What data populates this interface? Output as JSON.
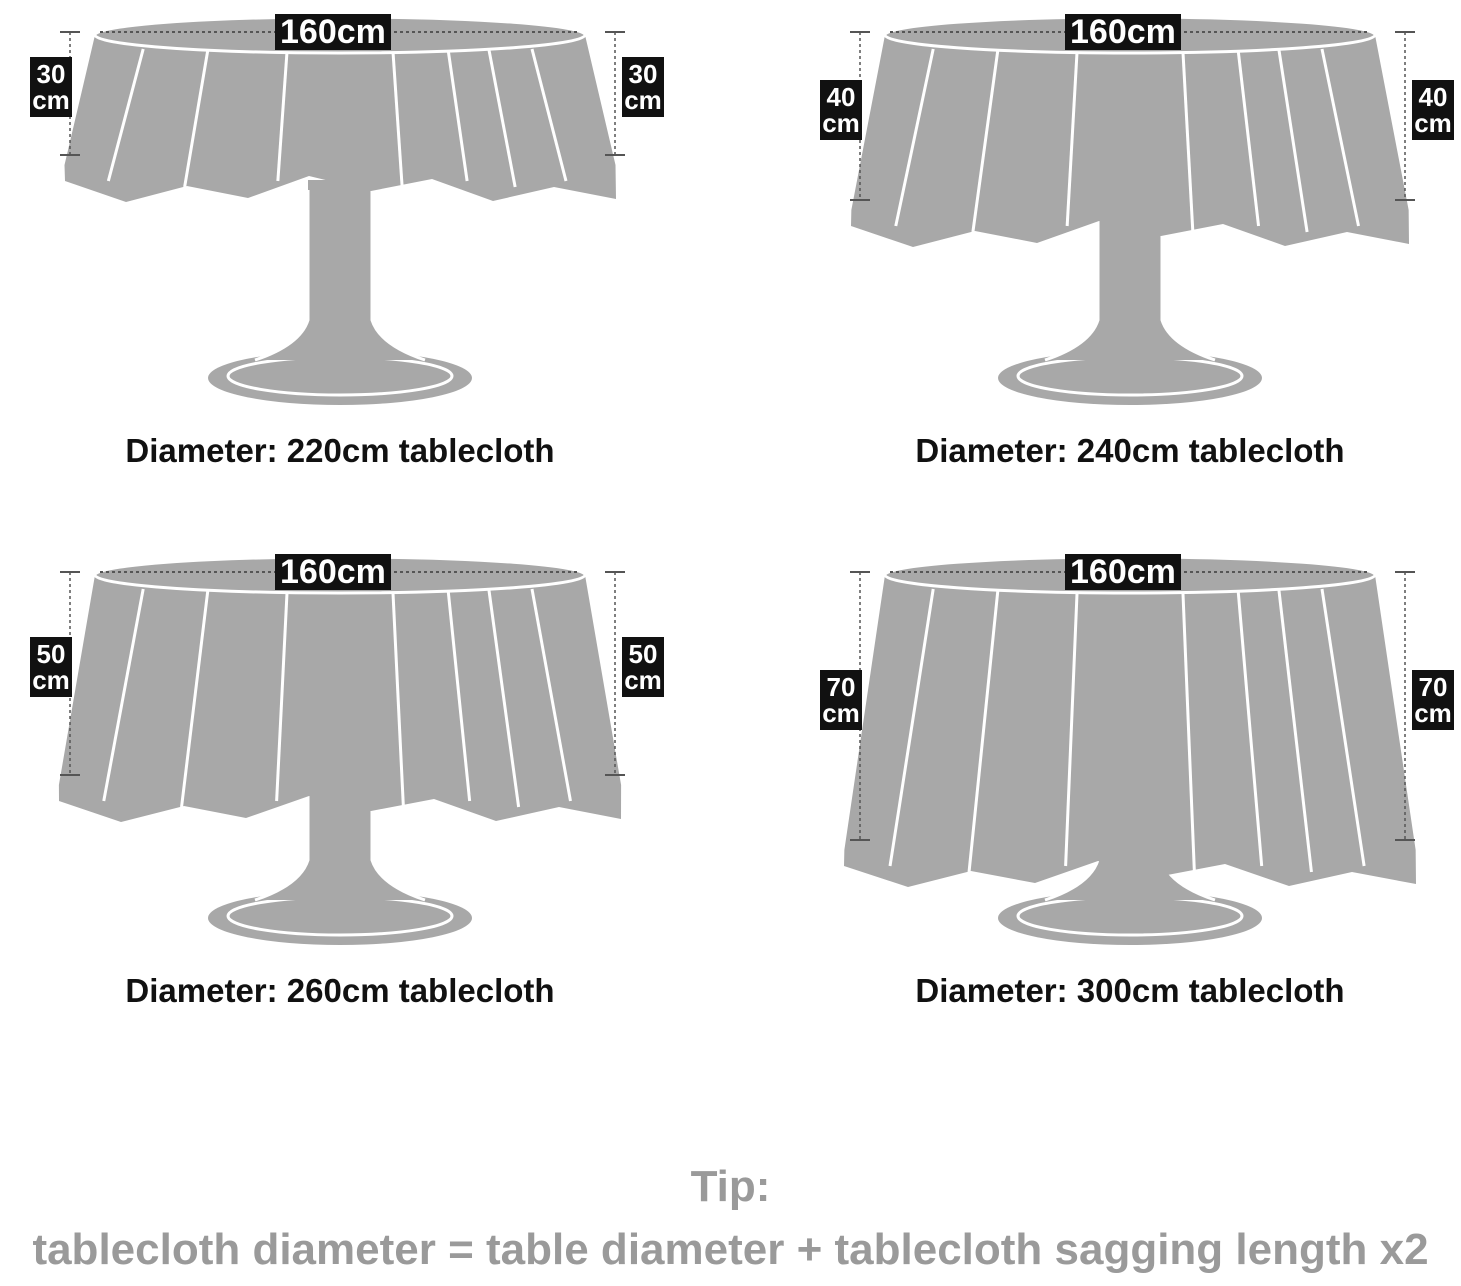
{
  "panels": [
    {
      "table_diameter": "160cm",
      "sag": "30",
      "sag_unit": "cm",
      "sag_cm": 30,
      "caption": "Diameter: 220cm tablecloth"
    },
    {
      "table_diameter": "160cm",
      "sag": "40",
      "sag_unit": "cm",
      "sag_cm": 40,
      "caption": "Diameter: 240cm tablecloth"
    },
    {
      "table_diameter": "160cm",
      "sag": "50",
      "sag_unit": "cm",
      "sag_cm": 50,
      "caption": "Diameter: 260cm tablecloth"
    },
    {
      "table_diameter": "160cm",
      "sag": "70",
      "sag_unit": "cm",
      "sag_cm": 70,
      "caption": "Diameter: 300cm tablecloth"
    }
  ],
  "tip": {
    "title": "Tip:",
    "text": "tablecloth diameter = table diameter + tablecloth sagging length x2"
  },
  "colors": {
    "cloth": "#a8a8a8",
    "label_bg": "#111111",
    "tip": "#9a9a9a"
  }
}
